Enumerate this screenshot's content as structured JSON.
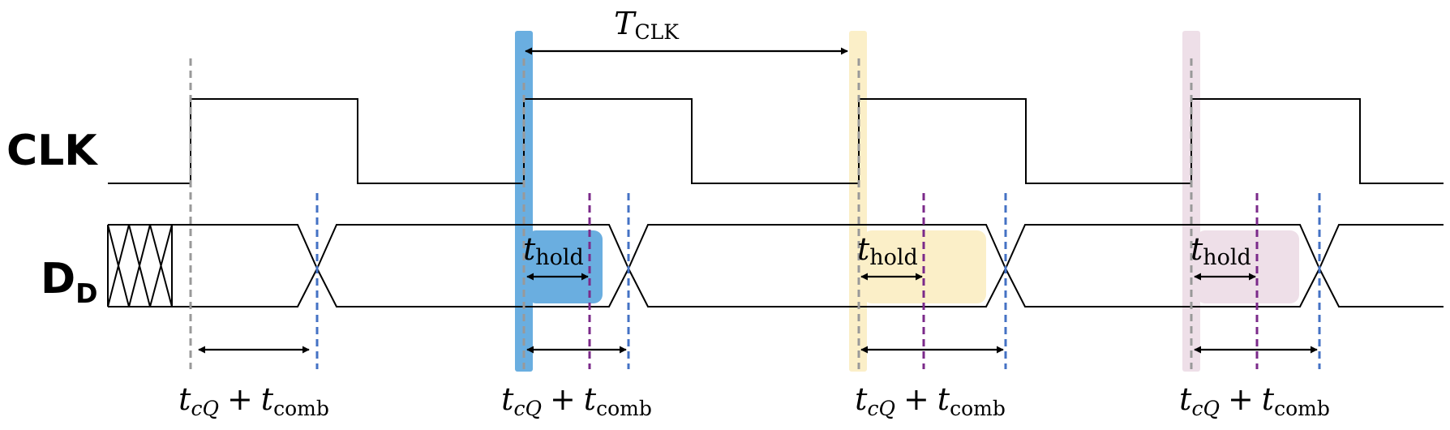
{
  "signals": {
    "clk": "CLK",
    "dd_main": "D",
    "dd_sub": "D"
  },
  "labels": {
    "tclk": {
      "var": "T",
      "sub": "CLK"
    },
    "thold": {
      "var": "t",
      "sub": "hold"
    },
    "tcq_comb": {
      "t1": "t",
      "sub1": "cQ",
      "plus": "+",
      "t2": "t",
      "sub2": "comb"
    }
  },
  "colors": {
    "clk_edge_1": "#6aaee0",
    "clk_edge_2": "#fbefc8",
    "clk_edge_3": "#eedfe8",
    "gray_marker": "#999999",
    "blue_marker": "#4472c4",
    "purple_marker": "#7b2a8a"
  }
}
